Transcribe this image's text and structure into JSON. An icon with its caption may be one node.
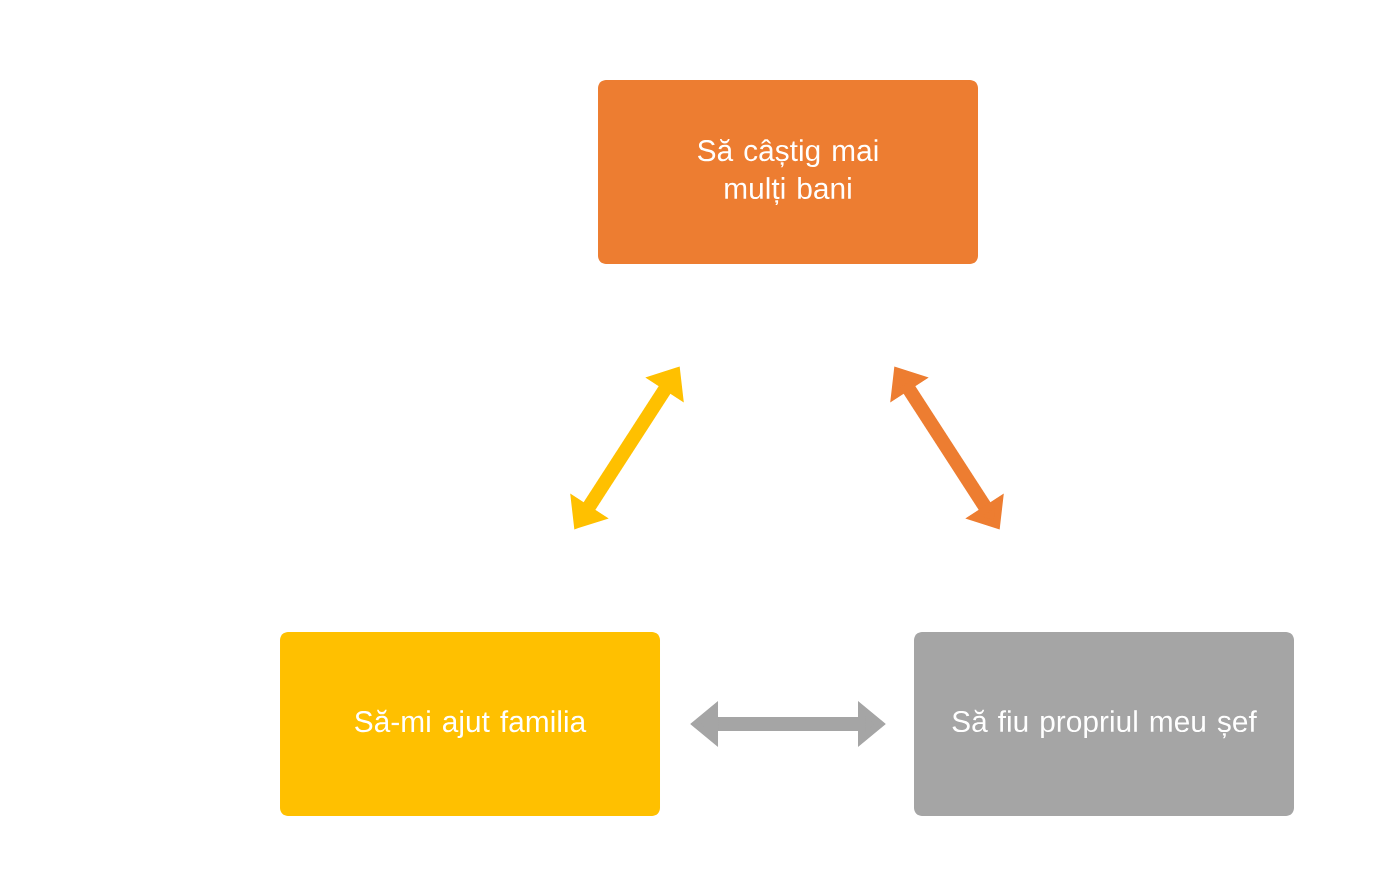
{
  "diagram": {
    "nodes": [
      {
        "text": [
          "Să câștig mai mulți bani"
        ]
      },
      {
        "text": [
          "Să-mi ajut familia"
        ]
      },
      {
        "text": [
          "Să fiu propriul meu șef"
        ]
      }
    ],
    "edges": [
      {
        "from": 0,
        "to": 1,
        "arrow": "both",
        "color": "#ffc000"
      },
      {
        "from": 0,
        "to": 2,
        "arrow": "both",
        "color": "#ed7d31"
      },
      {
        "from": 1,
        "to": 2,
        "arrow": "both",
        "color": "#a5a5a5"
      }
    ]
  }
}
